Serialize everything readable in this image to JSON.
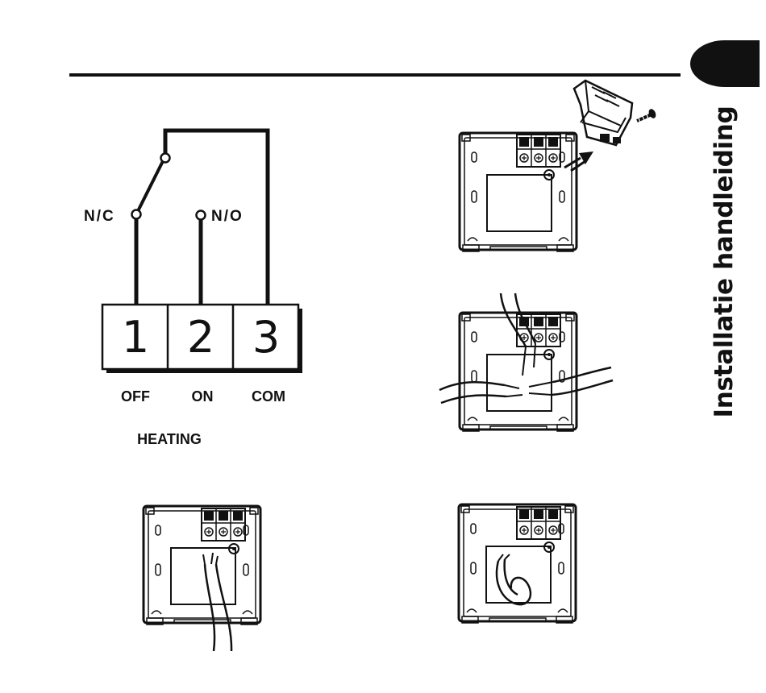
{
  "header": {
    "side_title": "Installatie handleiding"
  },
  "wiring": {
    "contacts": {
      "nc": "N/C",
      "no": "N/O"
    },
    "terminals": [
      {
        "number": "1",
        "label": "OFF"
      },
      {
        "number": "2",
        "label": "ON"
      },
      {
        "number": "3",
        "label": "COM"
      }
    ],
    "mode_label": "HEATING"
  }
}
